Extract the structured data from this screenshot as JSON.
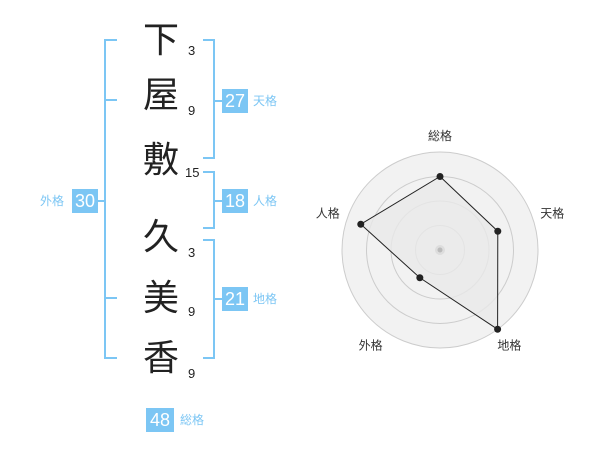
{
  "name_characters": [
    {
      "char": "下",
      "strokes": "3"
    },
    {
      "char": "屋",
      "strokes": "9"
    },
    {
      "char": "敷",
      "strokes": "15"
    },
    {
      "char": "久",
      "strokes": "3"
    },
    {
      "char": "美",
      "strokes": "9"
    },
    {
      "char": "香",
      "strokes": "9"
    }
  ],
  "fortunes": {
    "tenkaku": {
      "value": "27",
      "label": "天格"
    },
    "jinkaku": {
      "value": "18",
      "label": "人格"
    },
    "chikaku": {
      "value": "21",
      "label": "地格"
    },
    "gaikaku": {
      "value": "30",
      "label": "外格"
    },
    "soukaku": {
      "value": "48",
      "label": "総格"
    }
  },
  "colors": {
    "accent": "#7cc6f4",
    "radar_fill": "#e8e8e8",
    "ring": "#cccccc",
    "line": "#222222"
  },
  "chart_data": {
    "type": "radar",
    "axes": [
      "総格",
      "天格",
      "地格",
      "外格",
      "人格"
    ],
    "values": [
      0.75,
      0.62,
      1.0,
      0.35,
      0.85
    ],
    "rings": 4,
    "center_marker": true
  }
}
